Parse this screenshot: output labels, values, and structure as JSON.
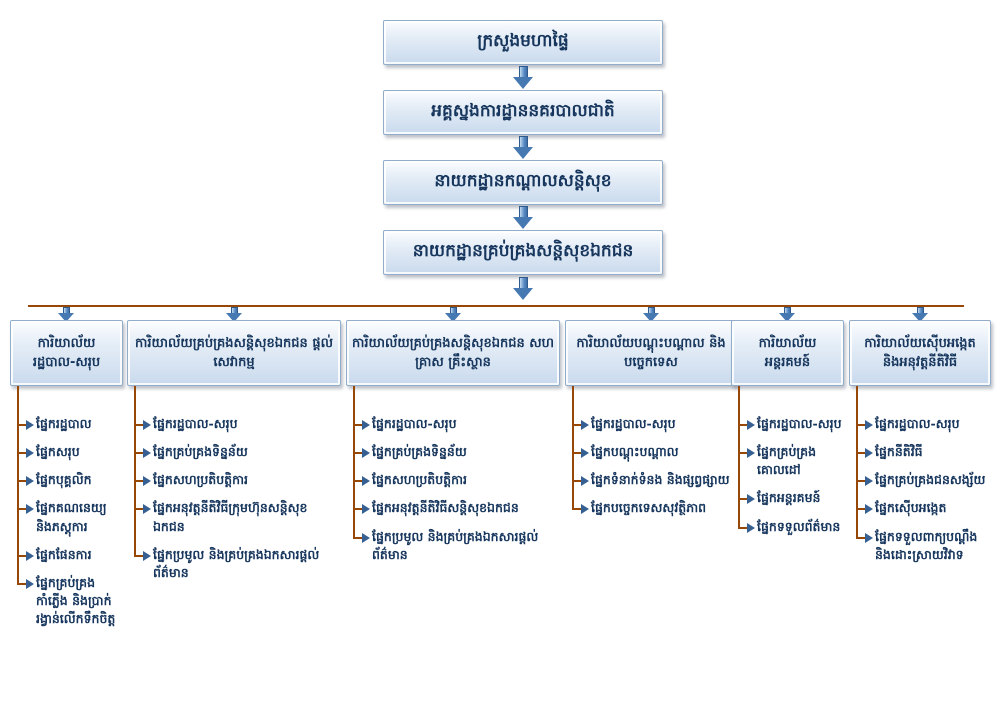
{
  "diagram": {
    "type": "org-chart",
    "levels": [
      "ក្រសួងមហាផ្ទៃ",
      "អគ្គស្នងការដ្ឋាននគរបាលជាតិ",
      "នាយកដ្ឋានកណ្តាលសន្តិសុខ",
      "នាយកដ្ឋានគ្រប់គ្រងសន្តិសុខឯកជន"
    ],
    "branches": [
      {
        "title": "ការិយាល័យ រដ្ឋបាល-សរុប",
        "items": [
          "ផ្នែករដ្ឋបាល",
          "ផ្នែកសរុប",
          "ផ្នែកបុគ្គលិក",
          "ផ្នែកគណនេយ្យ និងភស្តុការ",
          "ផ្នែកផែនការ",
          "ផ្នែកគ្រប់គ្រងកាំភ្លើង និងប្រាក់រង្វាន់លើកទឹកចិត្ត"
        ]
      },
      {
        "title": "ការិយាល័យគ្រប់គ្រងសន្តិសុខឯកជន ផ្តល់សេវាកម្ម",
        "items": [
          "ផ្នែករដ្ឋបាល-សរុប",
          "ផ្នែកគ្រប់គ្រងទិន្នន័យ",
          "ផ្នែកសហប្រតិបត្តិការ",
          "ផ្នែកអនុវត្តនីតិវិធីក្រុមហ៊ុនសន្តិសុខឯកជន",
          "ផ្នែកប្រមូល និងគ្រប់គ្រងឯកសារផ្តល់ព័ត៌មាន"
        ]
      },
      {
        "title": "ការិយាល័យគ្រប់គ្រងសន្តិសុខឯកជន សហគ្រាស គ្រឹះស្ថាន",
        "items": [
          "ផ្នែករដ្ឋបាល-សរុប",
          "ផ្នែកគ្រប់គ្រងទិន្នន័យ",
          "ផ្នែកសហប្រតិបត្តិការ",
          "ផ្នែកអនុវត្តនីតិវិធីសន្តិសុខឯកជន",
          "ផ្នែកប្រមូល និងគ្រប់គ្រងឯកសារផ្តល់ព័ត៌មាន"
        ]
      },
      {
        "title": "ការិយាល័យបណ្តុះបណ្តាល និងបច្ចេកទេស",
        "items": [
          "ផ្នែករដ្ឋបាល-សរុប",
          "ផ្នែកបណ្តុះបណ្តាល",
          "ផ្នែកទំនាក់ទំនង និងផ្សព្វផ្សាយ",
          "ផ្នែកបច្ចេកទេសសុវត្ថិភាព"
        ]
      },
      {
        "title": "ការិយាល័យ អន្តរគមន៍",
        "items": [
          "ផ្នែករដ្ឋបាល-សរុប",
          "ផ្នែកគ្រប់គ្រងគោលដៅ",
          "ផ្នែកអន្តរគមន៍",
          "ផ្នែកទទួលព័ត៌មាន"
        ]
      },
      {
        "title": "ការិយាល័យស៊ើបអង្កេត និងអនុវត្តនីតិវិធី",
        "items": [
          "ផ្នែករដ្ឋបាល-សរុប",
          "ផ្នែកនីតិវិធី",
          "ផ្នែកគ្រប់គ្រងជនសង្ស័យ",
          "ផ្នែកស៊ើបអង្កេត",
          "ផ្នែកទទួលពាក្យបណ្តឹង និងដោះស្រាយវិវាទ"
        ]
      }
    ],
    "colors": {
      "box_text": "#17365d",
      "box_border": "#91adc9",
      "box_fill_top": "#fcfdff",
      "box_fill_bottom": "#c9daed",
      "connector_line": "#974806",
      "arrow_blue": "#4678b2",
      "bullet_blue": "#376092"
    }
  }
}
